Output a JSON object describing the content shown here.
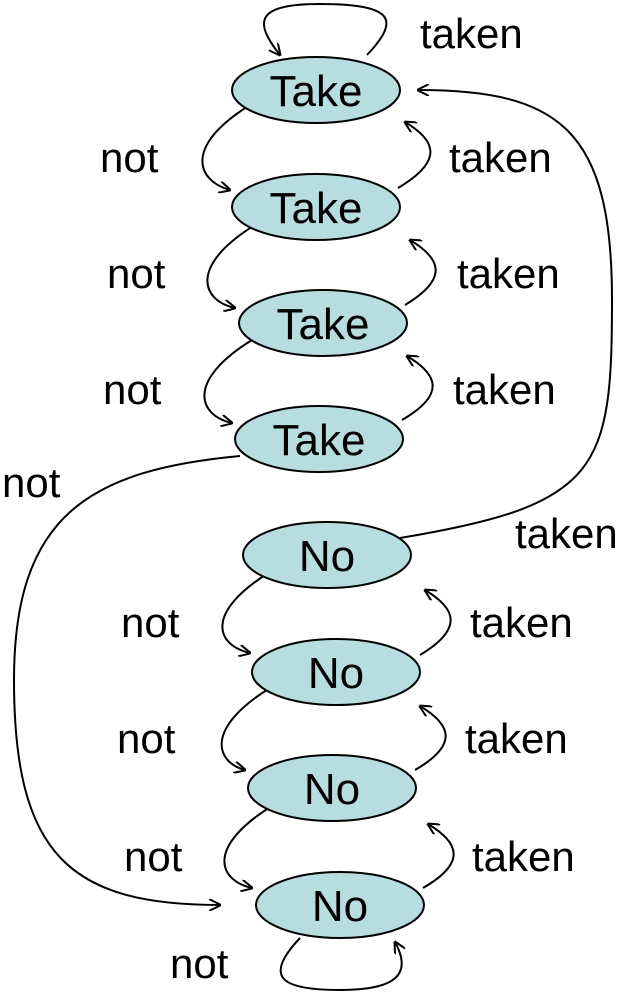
{
  "states": [
    {
      "id": "s0",
      "label": "Take"
    },
    {
      "id": "s1",
      "label": "Take"
    },
    {
      "id": "s2",
      "label": "Take"
    },
    {
      "id": "s3",
      "label": "Take"
    },
    {
      "id": "s4",
      "label": "No"
    },
    {
      "id": "s5",
      "label": "No"
    },
    {
      "id": "s6",
      "label": "No"
    },
    {
      "id": "s7",
      "label": "No"
    }
  ],
  "transitions": [
    {
      "from": "s0",
      "to": "s0",
      "label": "taken"
    },
    {
      "from": "s1",
      "to": "s0",
      "label": "taken"
    },
    {
      "from": "s2",
      "to": "s1",
      "label": "taken"
    },
    {
      "from": "s3",
      "to": "s2",
      "label": "taken"
    },
    {
      "from": "s4",
      "to": "s0",
      "label": "taken"
    },
    {
      "from": "s5",
      "to": "s4",
      "label": "taken"
    },
    {
      "from": "s6",
      "to": "s5",
      "label": "taken"
    },
    {
      "from": "s7",
      "to": "s6",
      "label": "taken"
    },
    {
      "from": "s0",
      "to": "s1",
      "label": "not"
    },
    {
      "from": "s1",
      "to": "s2",
      "label": "not"
    },
    {
      "from": "s2",
      "to": "s3",
      "label": "not"
    },
    {
      "from": "s3",
      "to": "s7",
      "label": "not"
    },
    {
      "from": "s4",
      "to": "s5",
      "label": "not"
    },
    {
      "from": "s5",
      "to": "s6",
      "label": "not"
    },
    {
      "from": "s6",
      "to": "s7",
      "label": "not"
    },
    {
      "from": "s7",
      "to": "s7",
      "label": "not"
    }
  ]
}
